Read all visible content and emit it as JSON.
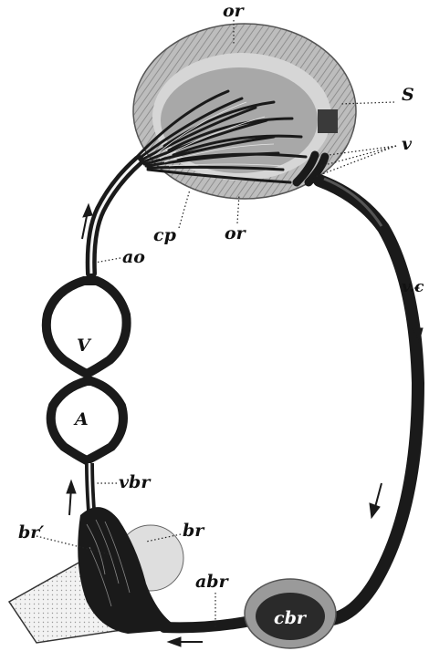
{
  "labels": {
    "or_top": "or",
    "S": "S",
    "v": "v",
    "cp": "cp",
    "or_bottom": "or",
    "vc": "v.c",
    "ao": "ao",
    "V": "V",
    "A": "A",
    "vbr": "vbr",
    "br_prime": "br′",
    "br": "br",
    "abr": "abr",
    "cbr": "cbr"
  },
  "colors": {
    "vessel": "#1a1a1a",
    "organ_outer": "#8a8a8a",
    "organ_inner": "#b9b9b9",
    "organ_light": "#d9d9d9",
    "background": "#ffffff"
  }
}
